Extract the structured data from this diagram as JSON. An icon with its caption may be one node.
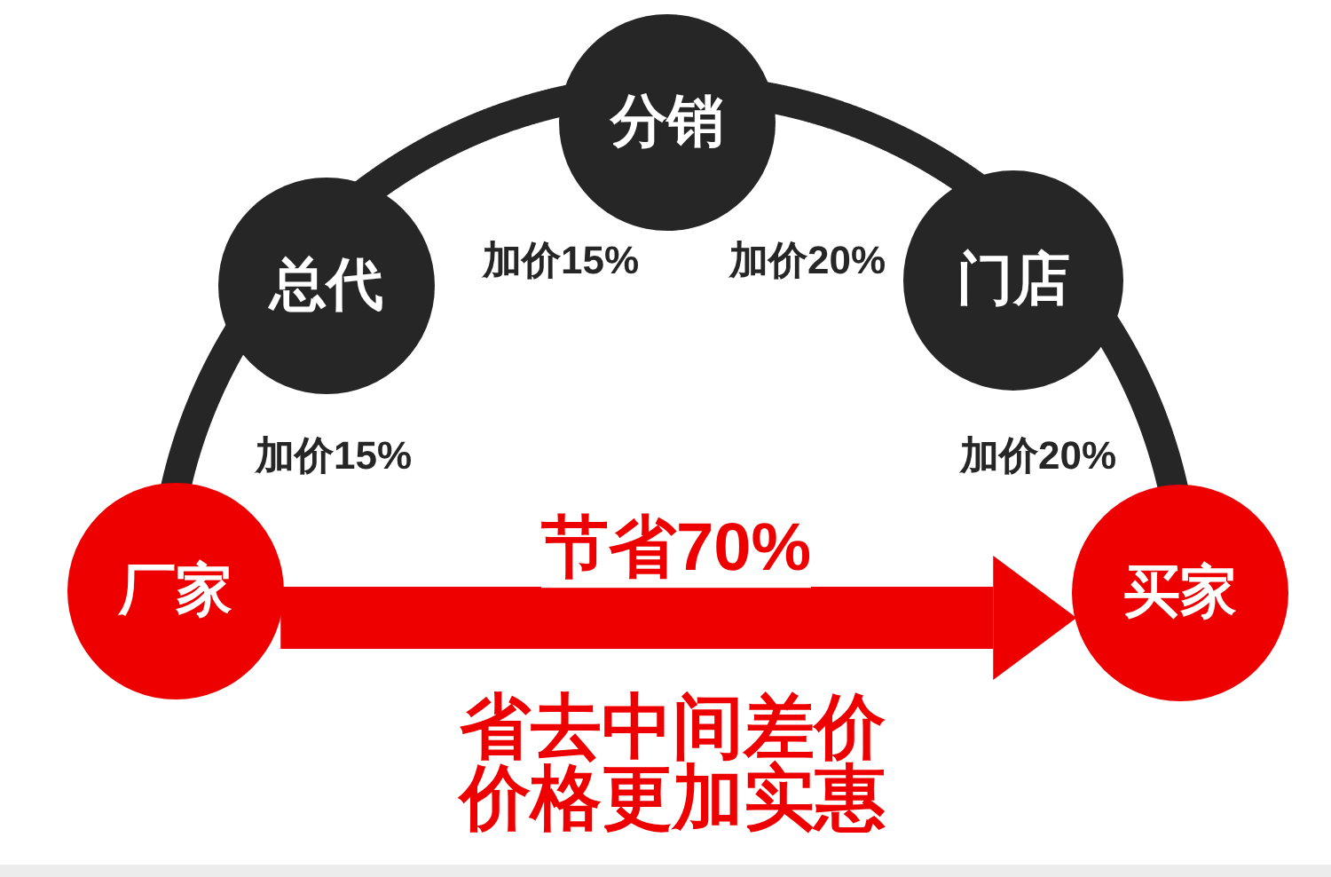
{
  "diagram": {
    "nodes": [
      {
        "text": [
          "厂家"
        ]
      },
      {
        "text": [
          "总代"
        ]
      },
      {
        "text": [
          "分销"
        ]
      },
      {
        "text": [
          "门店"
        ]
      },
      {
        "text": [
          "买家"
        ]
      }
    ],
    "edges": [
      {
        "from": 0,
        "to": 1,
        "arrow": "none",
        "label": "加价15%"
      },
      {
        "from": 1,
        "to": 2,
        "arrow": "none",
        "label": "加价15%"
      },
      {
        "from": 2,
        "to": 3,
        "arrow": "none",
        "label": "加价20%"
      },
      {
        "from": 3,
        "to": 4,
        "arrow": "none",
        "label": "加价20%"
      },
      {
        "from": 0,
        "to": 4,
        "arrow": "to",
        "label": "节省70%",
        "style": "thick",
        "color": "#ee0000"
      }
    ],
    "labels": [
      "省去中间差价价格更加实惠"
    ]
  }
}
